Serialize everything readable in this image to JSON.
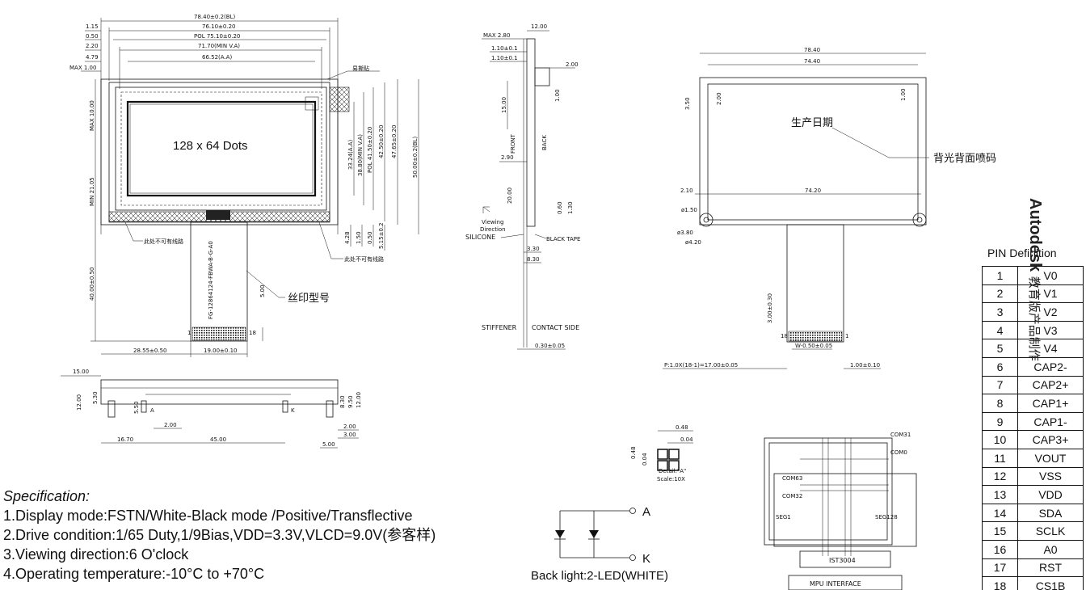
{
  "front": {
    "dims_top": [
      "78.40±0.2(BL)",
      "76.10±0.20",
      "POL 75.10±0.20",
      "71.70(MIN V.A)",
      "66.52(A.A)"
    ],
    "dims_left": [
      "1.15",
      "0.50",
      "2.20",
      "4.79",
      "MAX 1.00"
    ],
    "dims_vert_left": [
      "MAX 10.00",
      "MIN 21.05",
      "40.00±0.50"
    ],
    "dims_vert_right": [
      "33.24(A.A)",
      "38.80(MIN V.A)",
      "POL 41.50±0.20",
      "42.50±0.20",
      "47.65±0.20",
      "50.00±0.2(BL)"
    ],
    "dims_bottom_right": [
      "4.28",
      "1.50",
      "0.50",
      "5.15±0.2"
    ],
    "dots_label": "128 x 64 Dots",
    "tear_label": "易撕贴",
    "no_trace_left": "此处不可有线路",
    "no_trace_right": "此处不可有线路",
    "fpc_label": "FG-12864124-FBWA-B-G-A0",
    "silk_label": "丝印型号",
    "fpc_dim_5": "5.00",
    "fpc_left_dim": "28.55±0.50",
    "fpc_width_dim": "19.00±0.10",
    "fpc_pin_1": "1",
    "fpc_pin_18": "18"
  },
  "bottom_view": {
    "dims": [
      "15.00",
      "12.00",
      "5.30",
      "5.50",
      "2.00",
      "16.70",
      "45.00",
      "8.30",
      "9.50",
      "12.00",
      "2.00",
      "3.00",
      "5.00"
    ],
    "label_a": "A",
    "label_k": "K"
  },
  "side": {
    "dims": [
      "MAX 2.80",
      "12.00",
      "1.10±0.1",
      "1.10±0.1",
      "2.00",
      "15.00",
      "1.00",
      "2.90",
      "20.00",
      "0.60",
      "1.30",
      "3.30",
      "8.30",
      "0.30±0.05"
    ],
    "front_label": "FRONT",
    "back_label": "BACK",
    "viewing_label_1": "Viewing",
    "viewing_label_2": "Direction",
    "silicone_label": "SILICONE",
    "black_tape_label": "BLACK TAPE",
    "stiffener_label": "STIFFENER",
    "contact_label": "CONTACT SIDE"
  },
  "back": {
    "dims": [
      "78.40",
      "74.40",
      "3.50",
      "2.00",
      "1.00",
      "2.10",
      "74.20",
      "ø1.50",
      "ø3.80",
      "ø4.20",
      "3.00±0.30",
      "W-0.50±0.05",
      "P:1.0X(18-1)=17.00±0.05",
      "1.00±0.10"
    ],
    "date_label": "生产日期",
    "code_label": "背光背面喷码",
    "fpc_pin_18": "18",
    "fpc_pin_1": "1"
  },
  "detail": {
    "dims": [
      "0.48",
      "0.04",
      "0.48",
      "0.04"
    ],
    "title": "Detail:\"A\"",
    "scale": "Scale:10X"
  },
  "backlight": {
    "label_a": "A",
    "label_k": "K",
    "caption": "Back light:2-LED(WHITE)"
  },
  "ic": {
    "com31": "COM31",
    "com0": "COM0",
    "com63": "COM63",
    "com32": "COM32",
    "seg1": "SEG1",
    "seg128": "SEG128",
    "ic_name": "IST3004",
    "mpu": "MPU INTERFACE"
  },
  "spec": {
    "title": "Specification:",
    "lines": [
      "1.Display mode:FSTN/White-Black mode /Positive/Transflective",
      "2.Drive condition:1/65 Duty,1/9Bias,VDD=3.3V,VLCD=9.0V(参客样)",
      "3.Viewing direction:6 O'clock",
      "4.Operating temperature:-10°C to +70°C"
    ]
  },
  "pins": {
    "title": "PIN Definition",
    "rows": [
      [
        "1",
        "V0"
      ],
      [
        "2",
        "V1"
      ],
      [
        "3",
        "V2"
      ],
      [
        "4",
        "V3"
      ],
      [
        "5",
        "V4"
      ],
      [
        "6",
        "CAP2-"
      ],
      [
        "7",
        "CAP2+"
      ],
      [
        "8",
        "CAP1+"
      ],
      [
        "9",
        "CAP1-"
      ],
      [
        "10",
        "CAP3+"
      ],
      [
        "11",
        "VOUT"
      ],
      [
        "12",
        "VSS"
      ],
      [
        "13",
        "VDD"
      ],
      [
        "14",
        "SDA"
      ],
      [
        "15",
        "SCLK"
      ],
      [
        "16",
        "A0"
      ],
      [
        "17",
        "RST"
      ],
      [
        "18",
        "CS1B"
      ]
    ]
  },
  "watermark": {
    "brand": "Autodesk",
    "sub": "教育版产品制作"
  }
}
